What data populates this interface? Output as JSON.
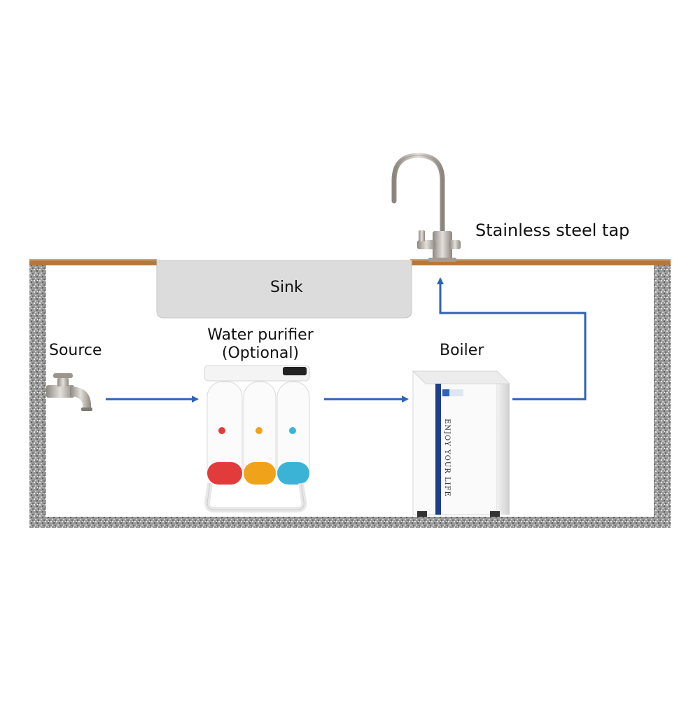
{
  "labels": {
    "tap": "Stainless steel tap",
    "sink": "Sink",
    "purifier_line1": "Water purifier",
    "purifier_line2": "(Optional)",
    "source": "Source",
    "boiler": "Boiler"
  },
  "boiler_text": "ENJOY YOUR LIFE",
  "colors": {
    "counter_top": "#b5773d",
    "cabinet_wall": "#8f8f8f",
    "sink": "#dcdcdc",
    "flow_line": "#2e62b8",
    "tap_metal": "#b8b2aa",
    "cartridge_red": "#e23b3b",
    "cartridge_orange": "#f0a21b",
    "cartridge_blue": "#3ab3d6",
    "boiler_stripe": "#1f3e8c"
  }
}
